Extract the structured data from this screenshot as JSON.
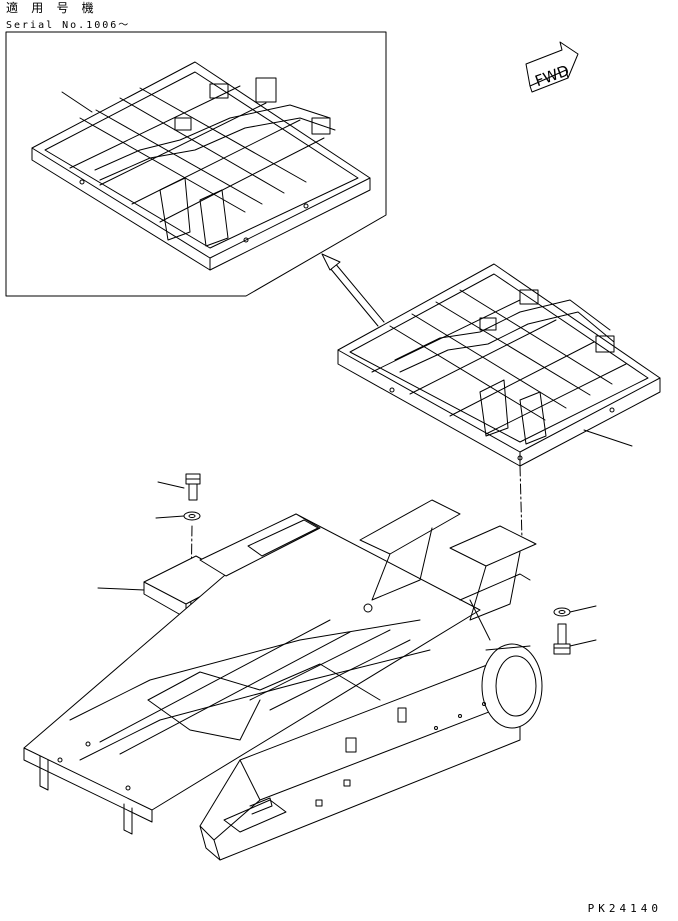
{
  "header": {
    "applicability_label": "適 用 号 機",
    "serial_label": "Serial No.1006～"
  },
  "footer": {
    "drawing_code": "PK24140"
  },
  "fwd_label": "FWD"
}
